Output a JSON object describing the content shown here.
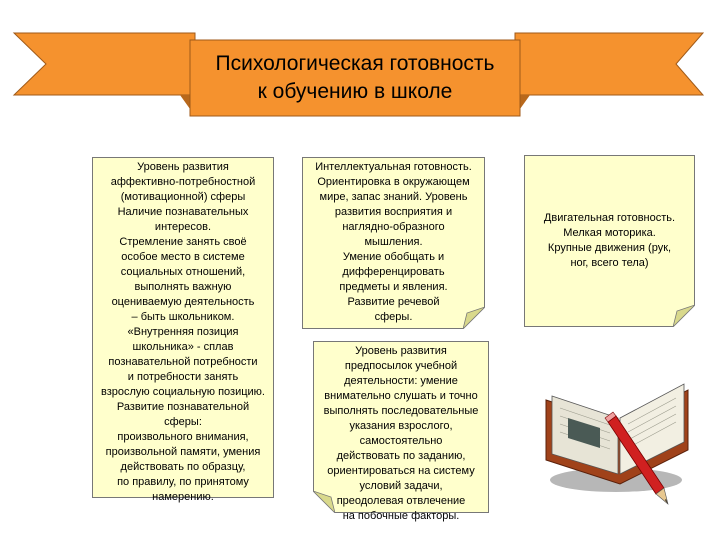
{
  "title": {
    "line1": "Психологическая готовность",
    "line2": "к обучению в школе"
  },
  "colors": {
    "banner": "#f5922e",
    "banner_dark": "#c96a14",
    "note_fill": "#ffffcc"
  },
  "notes": {
    "affective": [
      "Уровень развития",
      "аффективно-потребностной",
      "(мотивационной) сферы",
      "Наличие познавательных",
      "интересов.",
      "Стремление занять своё",
      "особое место в системе",
      "социальных отношений,",
      "выполнять важную",
      "оцениваемую деятельность",
      "– быть школьником.",
      "«Внутренняя позиция",
      "школьника» - сплав",
      "познавательной потребности",
      "и потребности занять",
      "взрослую социальную позицию.",
      "Развитие познавательной",
      "сферы:",
      "произвольного внимания,",
      "произвольной памяти, умения",
      "действовать по образцу,",
      "по правилу, по принятому",
      "намерению."
    ],
    "intellectual": [
      "Интеллектуальная готовность.",
      "Ориентировка в окружающем",
      "мире, запас знаний. Уровень",
      "развития восприятия и",
      "наглядно-образного",
      "мышления.",
      "Умение обобщать и",
      "дифференцировать",
      "предметы и явления.",
      "Развитие речевой",
      "сферы."
    ],
    "motor": [
      "Двигательная готовность.",
      "Мелкая моторика.",
      "Крупные движения (рук,",
      "ног, всего тела)"
    ],
    "learning": [
      "Уровень развития",
      "предпосылок учебной",
      "деятельности: умение",
      "внимательно слушать и точно",
      "выполнять последовательные",
      "указания взрослого,",
      "самостоятельно",
      "действовать по заданию,",
      "ориентироваться на систему",
      "условий задачи,",
      "преодолевая отвлечение",
      "на побочные факторы."
    ]
  },
  "icons": {
    "banner": "ribbon-banner",
    "book": "open-book-icon",
    "pencil": "pencil-icon"
  }
}
